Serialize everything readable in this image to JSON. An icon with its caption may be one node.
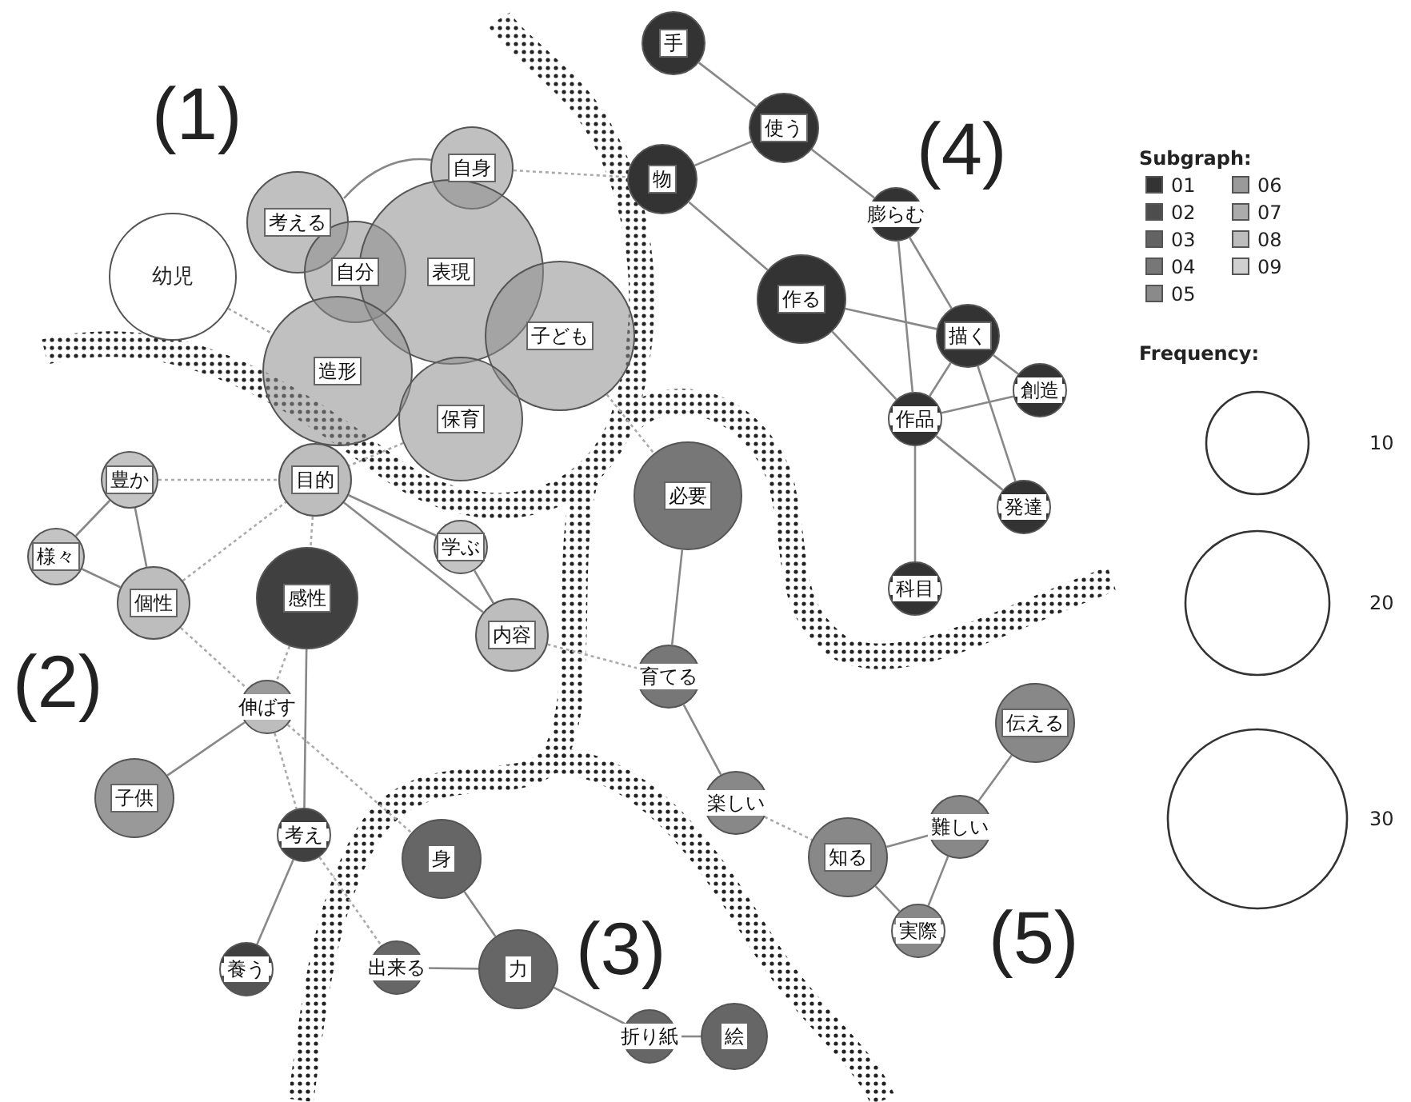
{
  "diagram": {
    "nodes": [
      {
        "text": [
          "幼児"
        ]
      },
      {
        "text": [
          "考える"
        ]
      },
      {
        "text": [
          "自身"
        ]
      },
      {
        "text": [
          "自分"
        ]
      },
      {
        "text": [
          "表現"
        ]
      },
      {
        "text": [
          "子ども"
        ]
      },
      {
        "text": [
          "造形"
        ]
      },
      {
        "text": [
          "保育"
        ]
      },
      {
        "text": [
          "目的"
        ]
      },
      {
        "text": [
          "豊か"
        ]
      },
      {
        "text": [
          "様々"
        ]
      },
      {
        "text": [
          "個性"
        ]
      },
      {
        "text": [
          "感性"
        ]
      },
      {
        "text": [
          "学ぶ"
        ]
      },
      {
        "text": [
          "内容"
        ]
      },
      {
        "text": [
          "伸ばす"
        ]
      },
      {
        "text": [
          "子供"
        ]
      },
      {
        "text": [
          "考え"
        ]
      },
      {
        "text": [
          "養う"
        ]
      },
      {
        "text": [
          "出来る"
        ]
      },
      {
        "text": [
          "身"
        ]
      },
      {
        "text": [
          "力"
        ]
      },
      {
        "text": [
          "折り紙"
        ]
      },
      {
        "text": [
          "絵"
        ]
      },
      {
        "text": [
          "手"
        ]
      },
      {
        "text": [
          "使う"
        ]
      },
      {
        "text": [
          "物"
        ]
      },
      {
        "text": [
          "作る"
        ]
      },
      {
        "text": [
          "膨らむ"
        ]
      },
      {
        "text": [
          "描く"
        ]
      },
      {
        "text": [
          "作品"
        ]
      },
      {
        "text": [
          "創造"
        ]
      },
      {
        "text": [
          "発達"
        ]
      },
      {
        "text": [
          "科目"
        ]
      },
      {
        "text": [
          "必要"
        ]
      },
      {
        "text": [
          "育てる"
        ]
      },
      {
        "text": [
          "楽しい"
        ]
      },
      {
        "text": [
          "知る"
        ]
      },
      {
        "text": [
          "難しい"
        ]
      },
      {
        "text": [
          "伝える"
        ]
      },
      {
        "text": [
          "実際"
        ]
      }
    ],
    "edges": [
      {
        "from": 1,
        "to": 2,
        "arrow": "none"
      },
      {
        "from": 0,
        "to": 6,
        "arrow": "none",
        "style": "dashed"
      },
      {
        "from": 2,
        "to": 26,
        "arrow": "none",
        "style": "dashed"
      },
      {
        "from": 5,
        "to": 34,
        "arrow": "none",
        "style": "dashed"
      },
      {
        "from": 7,
        "to": 8,
        "arrow": "none",
        "style": "dashed"
      },
      {
        "from": 9,
        "to": 8,
        "arrow": "none",
        "style": "dashed"
      },
      {
        "from": 9,
        "to": 10,
        "arrow": "none"
      },
      {
        "from": 9,
        "to": 11,
        "arrow": "none"
      },
      {
        "from": 10,
        "to": 11,
        "arrow": "none"
      },
      {
        "from": 11,
        "to": 8,
        "arrow": "none",
        "style": "dashed"
      },
      {
        "from": 8,
        "to": 12,
        "arrow": "none",
        "style": "dashed"
      },
      {
        "from": 8,
        "to": 13,
        "arrow": "none"
      },
      {
        "from": 8,
        "to": 14,
        "arrow": "none"
      },
      {
        "from": 13,
        "to": 14,
        "arrow": "none"
      },
      {
        "from": 14,
        "to": 35,
        "arrow": "none",
        "style": "dashed"
      },
      {
        "from": 11,
        "to": 15,
        "arrow": "none",
        "style": "dashed"
      },
      {
        "from": 12,
        "to": 15,
        "arrow": "none",
        "style": "dashed"
      },
      {
        "from": 12,
        "to": 17,
        "arrow": "none"
      },
      {
        "from": 15,
        "to": 16,
        "arrow": "none"
      },
      {
        "from": 15,
        "to": 17,
        "arrow": "none",
        "style": "dashed"
      },
      {
        "from": 15,
        "to": 20,
        "arrow": "none",
        "style": "dashed"
      },
      {
        "from": 17,
        "to": 18,
        "arrow": "none"
      },
      {
        "from": 17,
        "to": 19,
        "arrow": "none",
        "style": "dashed"
      },
      {
        "from": 19,
        "to": 21,
        "arrow": "none"
      },
      {
        "from": 20,
        "to": 21,
        "arrow": "none"
      },
      {
        "from": 21,
        "to": 22,
        "arrow": "none"
      },
      {
        "from": 22,
        "to": 23,
        "arrow": "none"
      },
      {
        "from": 24,
        "to": 25,
        "arrow": "none"
      },
      {
        "from": 25,
        "to": 26,
        "arrow": "none"
      },
      {
        "from": 25,
        "to": 28,
        "arrow": "none"
      },
      {
        "from": 26,
        "to": 27,
        "arrow": "none"
      },
      {
        "from": 27,
        "to": 29,
        "arrow": "none"
      },
      {
        "from": 27,
        "to": 30,
        "arrow": "none"
      },
      {
        "from": 28,
        "to": 29,
        "arrow": "none"
      },
      {
        "from": 28,
        "to": 30,
        "arrow": "none"
      },
      {
        "from": 29,
        "to": 30,
        "arrow": "none"
      },
      {
        "from": 29,
        "to": 31,
        "arrow": "none"
      },
      {
        "from": 29,
        "to": 32,
        "arrow": "none"
      },
      {
        "from": 30,
        "to": 31,
        "arrow": "none"
      },
      {
        "from": 30,
        "to": 32,
        "arrow": "none"
      },
      {
        "from": 30,
        "to": 33,
        "arrow": "none"
      },
      {
        "from": 34,
        "to": 35,
        "arrow": "none"
      },
      {
        "from": 35,
        "to": 36,
        "arrow": "none"
      },
      {
        "from": 36,
        "to": 37,
        "arrow": "none",
        "style": "dashed"
      },
      {
        "from": 37,
        "to": 38,
        "arrow": "none"
      },
      {
        "from": 37,
        "to": 40,
        "arrow": "none"
      },
      {
        "from": 38,
        "to": 40,
        "arrow": "none"
      },
      {
        "from": 38,
        "to": 39,
        "arrow": "none"
      }
    ],
    "labels": [
      "(1)",
      "(4)",
      "Subgraph:",
      "Frequency:",
      "(2)",
      "(3)",
      "(5)"
    ],
    "legend": [
      {
        "text": "01",
        "color": "#333333"
      },
      {
        "text": "02",
        "color": "#4d4d4d"
      },
      {
        "text": "03",
        "color": "#636363"
      },
      {
        "text": "04",
        "color": "#777777"
      },
      {
        "text": "05",
        "color": "#8a8a8a"
      },
      {
        "text": "06",
        "color": "#9a9a9a"
      },
      {
        "text": "07",
        "color": "#ababab"
      },
      {
        "text": "08",
        "color": "#bdbdbd"
      },
      {
        "text": "09",
        "color": "#d0d0d0"
      },
      {
        "text": "10"
      },
      {
        "text": "20"
      },
      {
        "text": "30"
      }
    ]
  }
}
